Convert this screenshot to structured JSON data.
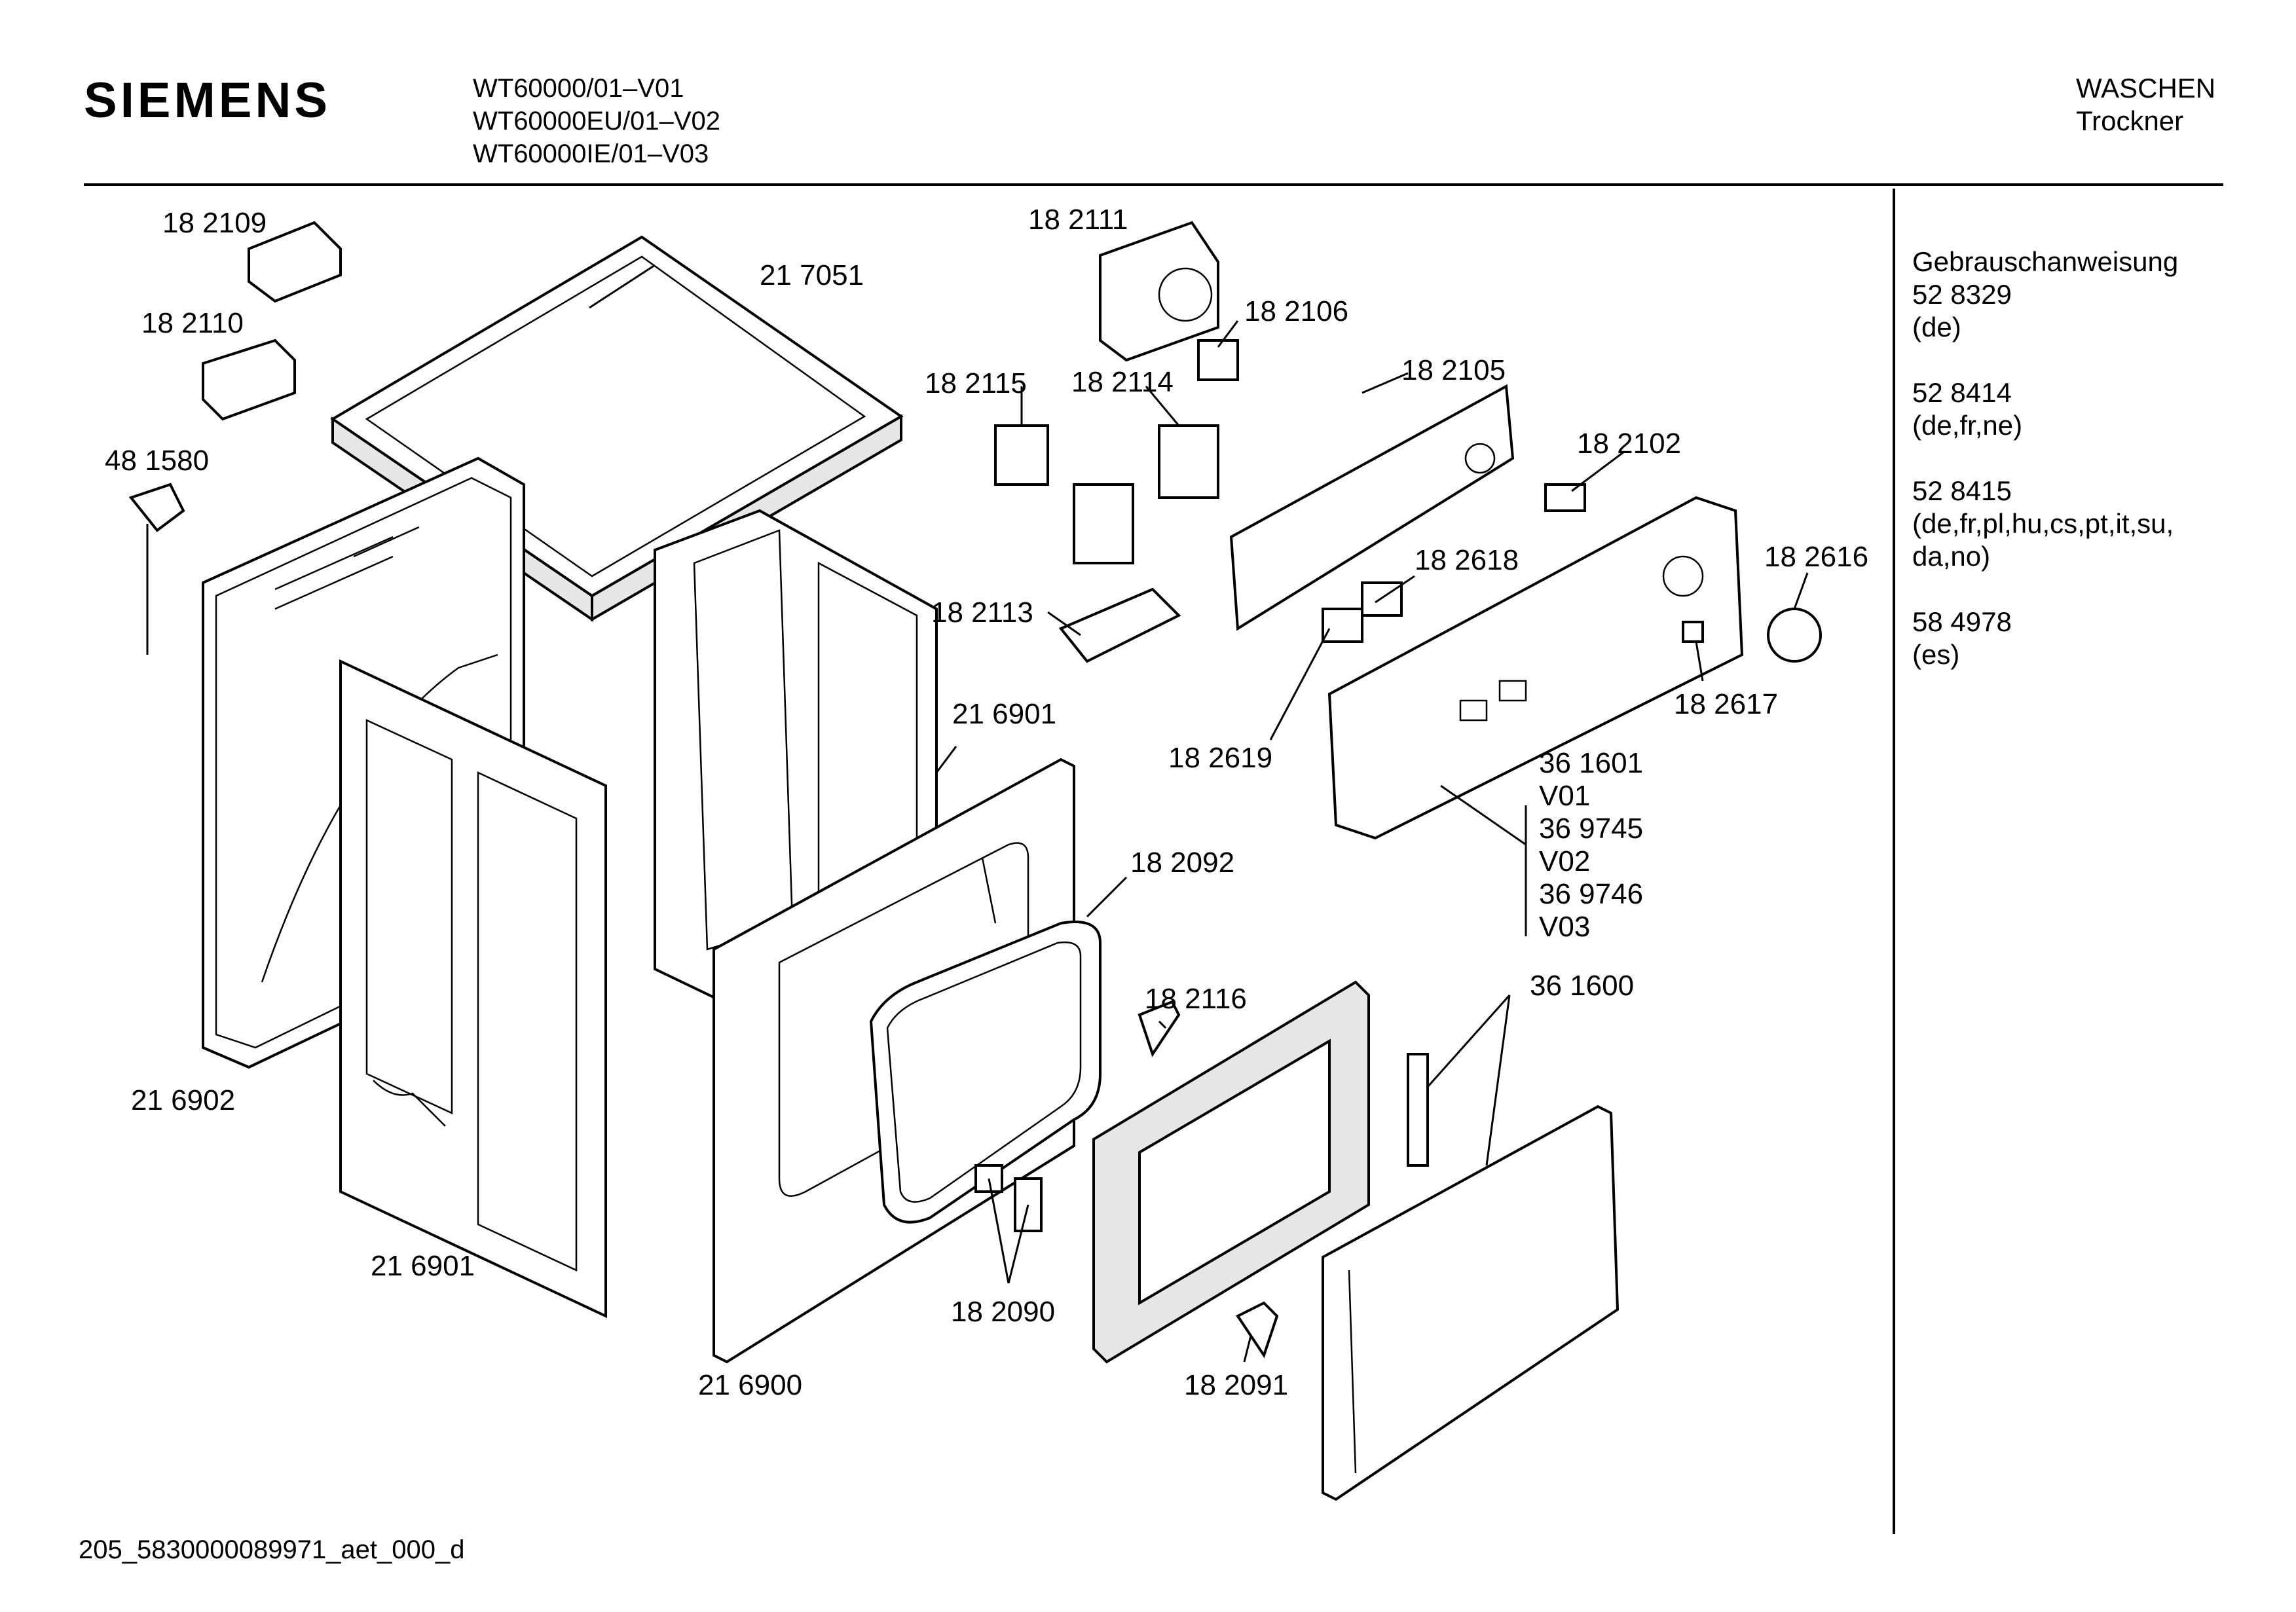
{
  "header": {
    "brand": "SIEMENS",
    "models": [
      "WT60000/01–V01",
      "WT60000EU/01–V02",
      "WT60000IE/01–V03"
    ],
    "category": [
      "WASCHEN",
      "Trockner"
    ]
  },
  "sidebar": {
    "title": "Gebrauschanweisung",
    "manuals": [
      {
        "number": "52 8329",
        "languages": "(de)"
      },
      {
        "number": "52 8414",
        "languages": "(de,fr,ne)"
      },
      {
        "number": "52 8415",
        "languages": [
          "(de,fr,pl,hu,cs,pt,it,su,",
          "da,no)"
        ]
      },
      {
        "number": "58 4978",
        "languages": "(es)"
      }
    ]
  },
  "parts": {
    "p182109": "18 2109",
    "p182110": "18 2110",
    "p481580": "48 1580",
    "p217051": "21 7051",
    "p182111": "18 2111",
    "p182106": "18 2106",
    "p182105": "18 2105",
    "p182115": "18 2115",
    "p182114": "18 2114",
    "p182102": "18 2102",
    "p182618": "18 2618",
    "p182616": "18 2616",
    "p182113": "18 2113",
    "p182617": "18 2617",
    "p216901a": "21 6901",
    "p182619": "18 2619",
    "panel_variants": [
      "36 1601",
      "V01",
      "36 9745",
      "V02",
      "36 9746",
      "V03"
    ],
    "p182092": "18 2092",
    "p361600": "36 1600",
    "p182116": "18 2116",
    "p216902": "21 6902",
    "p216901b": "21 6901",
    "p182090": "18 2090",
    "p216900": "21 6900",
    "p182091": "18 2091"
  },
  "footer": {
    "id": "205_5830000089971_aet_000_d"
  }
}
